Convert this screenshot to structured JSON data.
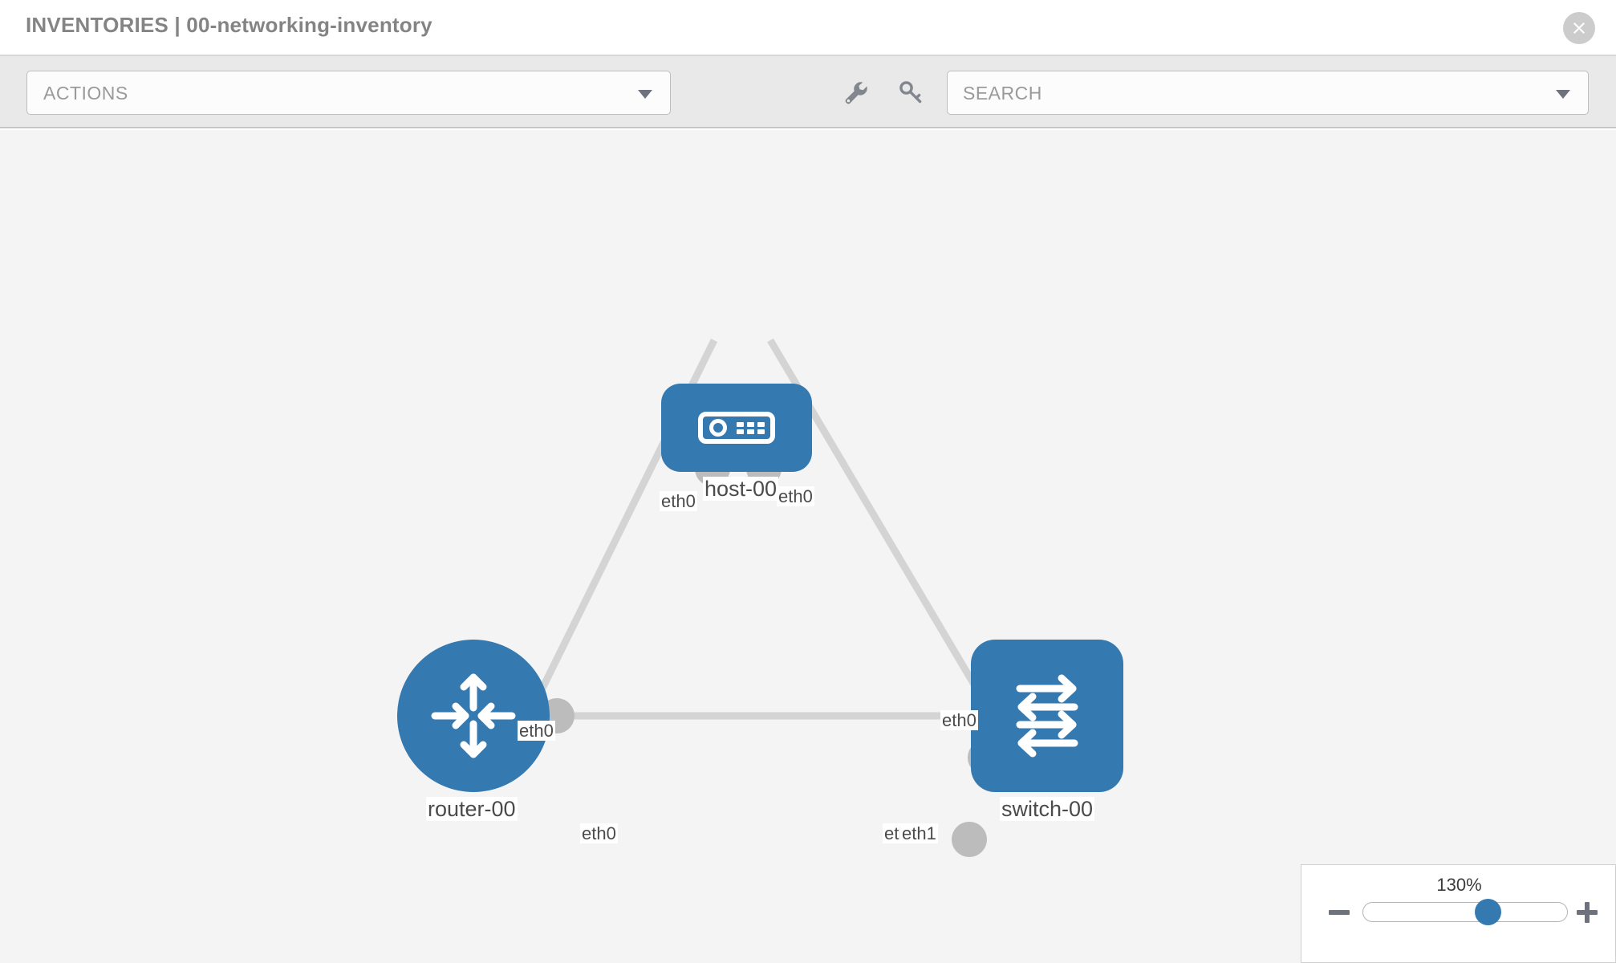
{
  "header": {
    "title": "INVENTORIES | 00-networking-inventory",
    "close_icon": "close-circle-icon"
  },
  "toolbar": {
    "actions_label": "ACTIONS",
    "actions_caret_icon": "chevron-down-icon",
    "wrench_icon": "wrench-icon",
    "key_icon": "key-icon",
    "search_placeholder": "SEARCH",
    "search_caret_icon": "chevron-down-icon"
  },
  "topology": {
    "nodes": [
      {
        "id": "host-00",
        "label": "host-00",
        "type": "host",
        "icon": "server-device-icon",
        "color": "#3579b1"
      },
      {
        "id": "router-00",
        "label": "router-00",
        "type": "router",
        "icon": "router-arrows-icon",
        "color": "#3579b1"
      },
      {
        "id": "switch-00",
        "label": "switch-00",
        "type": "switch",
        "icon": "switch-arrows-icon",
        "color": "#3579b1"
      }
    ],
    "links": [
      {
        "from": "host-00",
        "to": "router-00",
        "from_iface": "eth0",
        "to_iface": "eth0"
      },
      {
        "from": "host-00",
        "to": "switch-00",
        "from_iface": "eth0",
        "to_iface": "eth0"
      },
      {
        "from": "router-00",
        "to": "switch-00",
        "from_iface": "eth0",
        "to_iface": "eth1"
      }
    ],
    "edge_labels": {
      "host_left": "eth0",
      "host_right": "eth0",
      "router_upper": "eth0",
      "switch_upper": "eth0",
      "router_right": "eth0",
      "switch_left_hidden": "eth0",
      "switch_left": "eth1"
    },
    "link_color": "#d4d4d4",
    "connector_color": "#bcbcbc"
  },
  "zoom_control": {
    "level": "130%",
    "minus_label": "zoom-out",
    "plus_label": "zoom-in",
    "thumb_position_pct": 63
  }
}
